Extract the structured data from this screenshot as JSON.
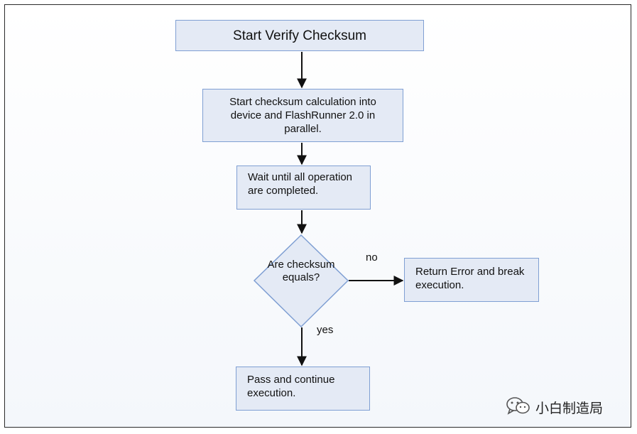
{
  "flowchart": {
    "start": "Start Verify Checksum",
    "calc": "Start checksum calculation into device and FlashRunner 2.0 in parallel.",
    "wait": "Wait until all operation are completed.",
    "decision": "Are checksum equals?",
    "no_label": "no",
    "yes_label": "yes",
    "error": "Return Error and break execution.",
    "pass": "Pass and continue execution."
  },
  "watermark": {
    "text": "小白制造局",
    "icon": "wechat-icon"
  }
}
